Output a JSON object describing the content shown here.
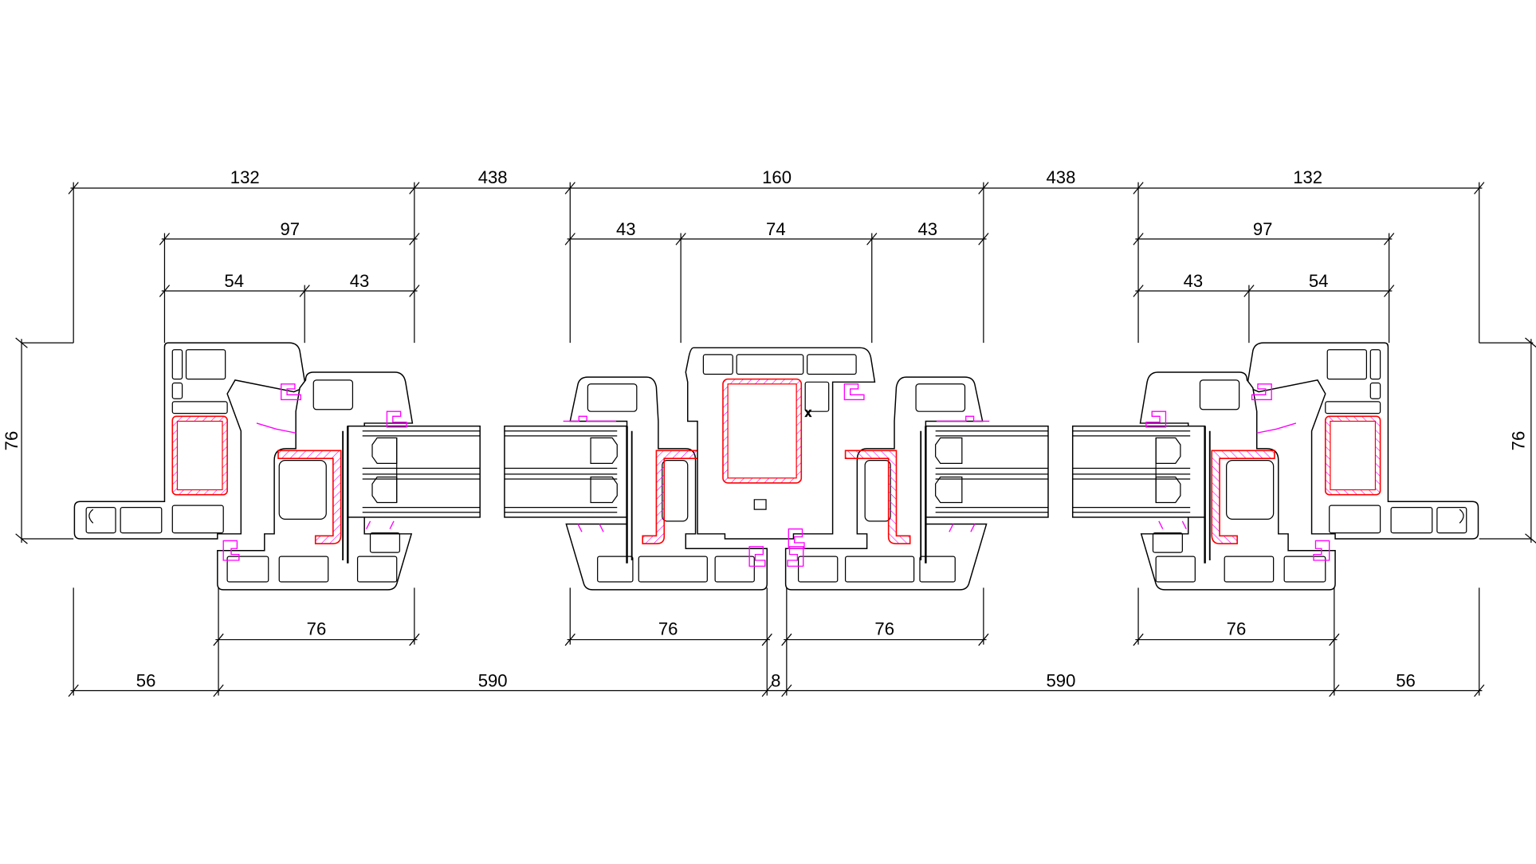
{
  "drawing": {
    "dims_top": [
      "132",
      "438",
      "160",
      "438",
      "132"
    ],
    "dims_mid": [
      "97",
      "43",
      "74",
      "43",
      "97"
    ],
    "dims_low": [
      "54",
      "43",
      "43",
      "54"
    ],
    "dims_side": [
      "76",
      "76"
    ],
    "dims_bottom1": [
      "76",
      "76",
      "76",
      "76"
    ],
    "dims_bottom2": [
      "56",
      "590",
      "8",
      "590",
      "56"
    ]
  },
  "colors": {
    "outline": "#000000",
    "steel_reinforcement": "#ff0000",
    "gasket": "#ff00ff"
  }
}
